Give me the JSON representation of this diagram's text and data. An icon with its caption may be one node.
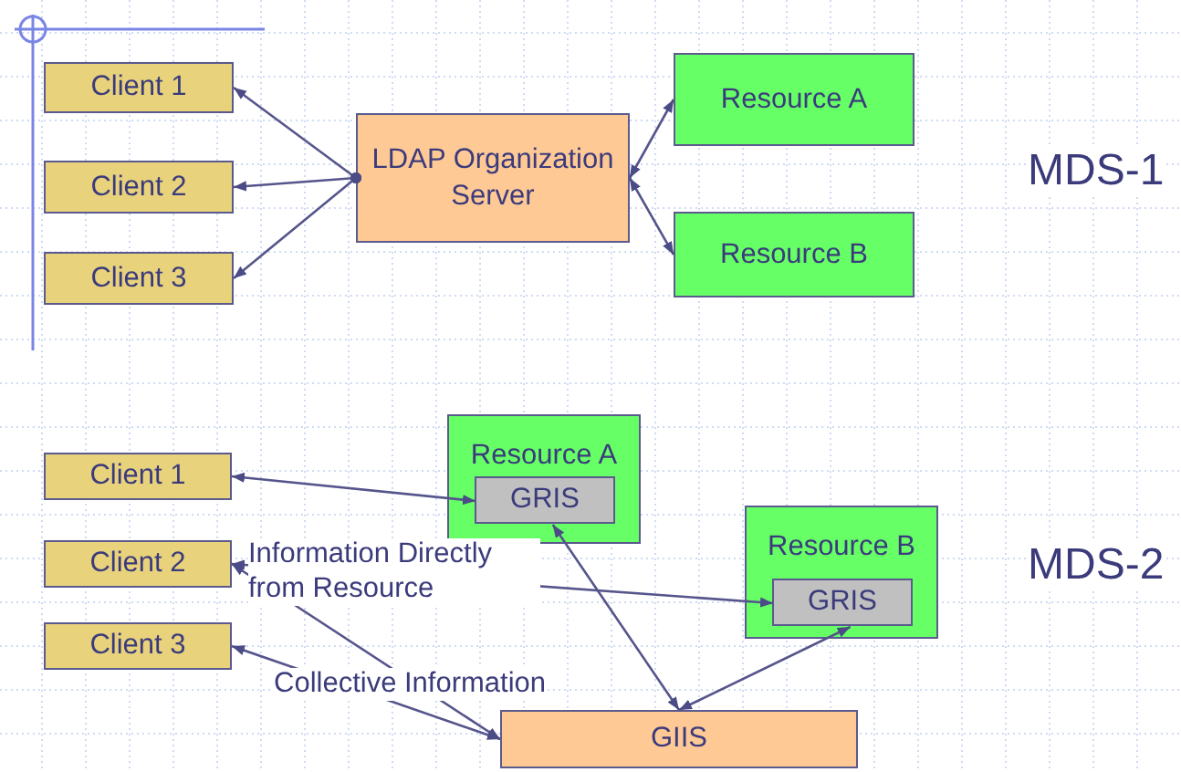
{
  "diagram": {
    "nodes": [
      {
        "text": [
          "Client 1"
        ]
      },
      {
        "text": [
          "Client 2"
        ]
      },
      {
        "text": [
          "Client 3"
        ]
      },
      {
        "text": [
          "LDAP Organization Server"
        ]
      },
      {
        "text": [
          "Resource A"
        ]
      },
      {
        "text": [
          "Resource B"
        ]
      },
      {
        "text": [
          "Client 1"
        ]
      },
      {
        "text": [
          "Client 2"
        ]
      },
      {
        "text": [
          "Client 3"
        ]
      },
      {
        "text": [
          "Resource A"
        ]
      },
      {
        "text": [
          "GRIS"
        ],
        "in": 9
      },
      {
        "text": [
          "Resource B"
        ]
      },
      {
        "text": [
          "GRIS"
        ],
        "in": 11
      },
      {
        "text": [
          "GIIS"
        ]
      }
    ],
    "edges": [
      {
        "from": 3,
        "to": 0,
        "arrow": "to"
      },
      {
        "from": 3,
        "to": 1,
        "arrow": "to"
      },
      {
        "from": 3,
        "to": 2,
        "arrow": "to"
      },
      {
        "from": 3,
        "to": 4,
        "arrow": "both"
      },
      {
        "from": 3,
        "to": 5,
        "arrow": "both"
      },
      {
        "from": 6,
        "to": 10,
        "arrow": "both"
      },
      {
        "from": 7,
        "to": 12,
        "arrow": "both"
      },
      {
        "from": 7,
        "to": 13,
        "arrow": "both"
      },
      {
        "from": 8,
        "to": 13,
        "arrow": "both"
      },
      {
        "from": 10,
        "to": 13,
        "arrow": "both"
      },
      {
        "from": 12,
        "to": 13,
        "arrow": "both"
      }
    ],
    "labels": [
      "MDS-1",
      "MDS-2",
      "Information Directly from Resource",
      "Collective Information"
    ]
  }
}
